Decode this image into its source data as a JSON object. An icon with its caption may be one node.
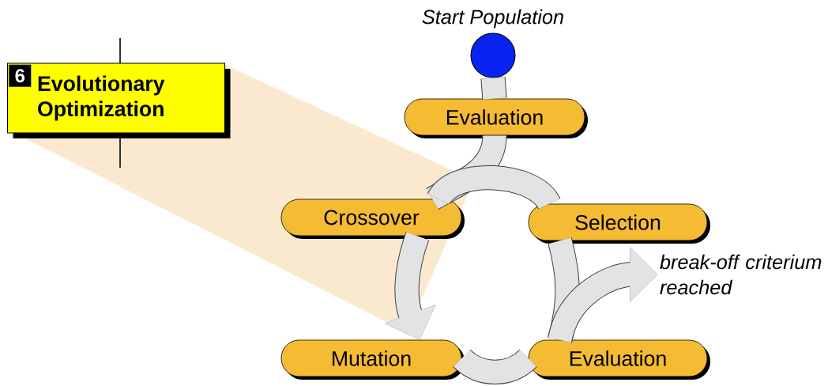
{
  "diagram": {
    "nodes": [
      {
        "text": [
          "6",
          "Evolutionary Optimization"
        ]
      },
      {
        "text": [],
        "shape": "circle",
        "beside": [
          "Start Population"
        ]
      },
      {
        "text": [
          "Evaluation"
        ]
      },
      {
        "text": [
          "Crossover"
        ]
      },
      {
        "text": [
          "Selection"
        ]
      },
      {
        "text": [
          "Mutation"
        ]
      },
      {
        "text": [
          "Evaluation"
        ]
      },
      {
        "text": [
          "break-off criterium reached"
        ]
      }
    ],
    "edges": [
      {
        "from": 1,
        "to": 2,
        "arrow": "none"
      },
      {
        "from": 2,
        "to": 3,
        "arrow": "none"
      },
      {
        "from": 4,
        "to": 3,
        "arrow": "none"
      },
      {
        "from": 3,
        "to": 5,
        "arrow": "to"
      },
      {
        "from": 5,
        "to": 6,
        "arrow": "none"
      },
      {
        "from": 6,
        "to": 4,
        "arrow": "none"
      },
      {
        "from": 6,
        "to": 7,
        "arrow": "to"
      }
    ]
  }
}
